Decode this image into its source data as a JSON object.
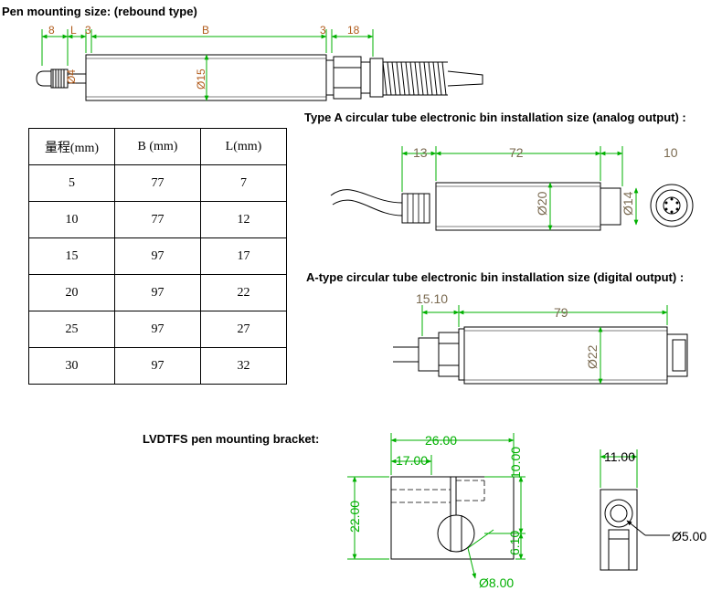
{
  "headings": {
    "pen": "Pen mounting size: (rebound type)",
    "type_a": "Type A circular tube electronic bin installation size (analog output) :",
    "a_type": "A-type circular tube electronic bin installation size (digital output) :",
    "bracket": "LVDTFS pen mounting bracket:"
  },
  "pen_dims": {
    "d8": "8",
    "dL": "L",
    "d3a": "3",
    "dB": "B",
    "d3b": "3",
    "d18": "18",
    "dia15": "Ø15",
    "dia4": "Ø4"
  },
  "typeA_dims": {
    "d13": "13",
    "d72": "72",
    "d10": "10",
    "dia20": "Ø20",
    "dia14": "Ø14"
  },
  "atype_dims": {
    "d1510": "15.10",
    "d79": "79",
    "dia22": "Ø22"
  },
  "bracket_dims": {
    "d2600": "26.00",
    "d1700": "17.00",
    "d1000": "10.00",
    "d2200": "22.00",
    "d610": "6.10",
    "dia800": "Ø8.00",
    "d1100": "11.00",
    "dia500": "Ø5.00"
  },
  "table": {
    "headers": [
      "量程(mm)",
      "B (mm)",
      "L(mm)"
    ],
    "rows": [
      [
        "5",
        "77",
        "7"
      ],
      [
        "10",
        "77",
        "12"
      ],
      [
        "15",
        "97",
        "17"
      ],
      [
        "20",
        "97",
        "22"
      ],
      [
        "25",
        "97",
        "27"
      ],
      [
        "30",
        "97",
        "32"
      ]
    ]
  },
  "colors": {
    "dimension_line": "#00b000",
    "outline": "#000000"
  }
}
